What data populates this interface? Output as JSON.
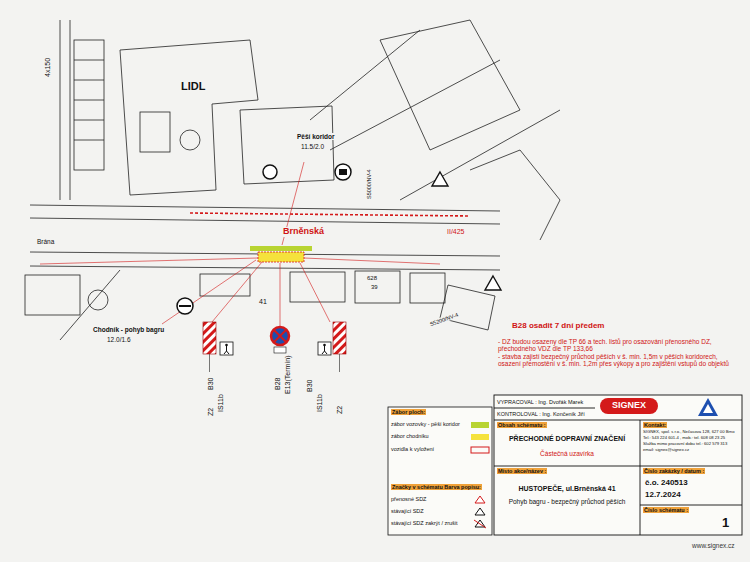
{
  "diagram": {
    "labels": [
      "LIDL",
      "4x150",
      "Pěší koridor",
      "11.5/2.0",
      "S5000/NV-4",
      "Brněnská",
      "II/425",
      "Brána",
      "628",
      "39",
      "41",
      "Chodník - pohyb bagru",
      "12.0/1.6",
      "S5200/NV-4",
      "B30",
      "IS11b",
      "Z2",
      "B28",
      "E13(Termín)",
      "B30",
      "IS11b",
      "Z2",
      "B28 osadit 7 dní předem",
      "- DZ budou osazeny dle TP 66 a tech. listů pro osazování přenosného DZ, přechodného VDZ dle TP 133,66",
      "- stavba zajistí bezpečný průchod pěších v š. min. 1,5m v pěších koridorech, osazení přemostění v š. min. 1,2m přes výkopy a pro zajištění vstupů do objektů",
      "Zábor ploch:",
      "Značky v schématu Barva popisu:",
      "VYPRACOVAL : Ing. Dvořák Marek",
      "KONTROLOVAL : Ing. Končeník Jiří",
      "SIGNEX",
      "Kontakt:",
      "SIGNEX, spol. s r.o., Nečasova 128, 627 00 Brno",
      "Tel.: 543 224 601-4 , mob.: tel. 608 08 23 25",
      "Služba mimo pracovní dobu tel.: 602 579 313",
      "email: signex@signex.cz",
      "Obsah schématu :",
      "PŘECHODNÉ DOPRAVNÍ ZNAČENÍ",
      "Částečná uzavírka",
      "Místo akce/název :",
      "HUSTOPEČE, ul.Brněnská 41",
      "Pohyb bagru - bezpečný průchod pěších",
      "Číslo zakázky / datum :",
      "č.o. 240513",
      "12.7.2024",
      "Číslo schématu :",
      "1",
      "www.signex.cz"
    ],
    "legend": [
      {
        "text": "zábor vozovky - pěší koridor",
        "color": "#b8d432"
      },
      {
        "text": "zábor chodníku",
        "color": "#f5e23c"
      },
      {
        "text": "vozidla k vyložení"
      },
      {
        "text": "přenosné SDZ"
      },
      {
        "text": "stávající SDZ"
      },
      {
        "text": "stávající SDZ zakrýt / zrušit"
      }
    ]
  }
}
